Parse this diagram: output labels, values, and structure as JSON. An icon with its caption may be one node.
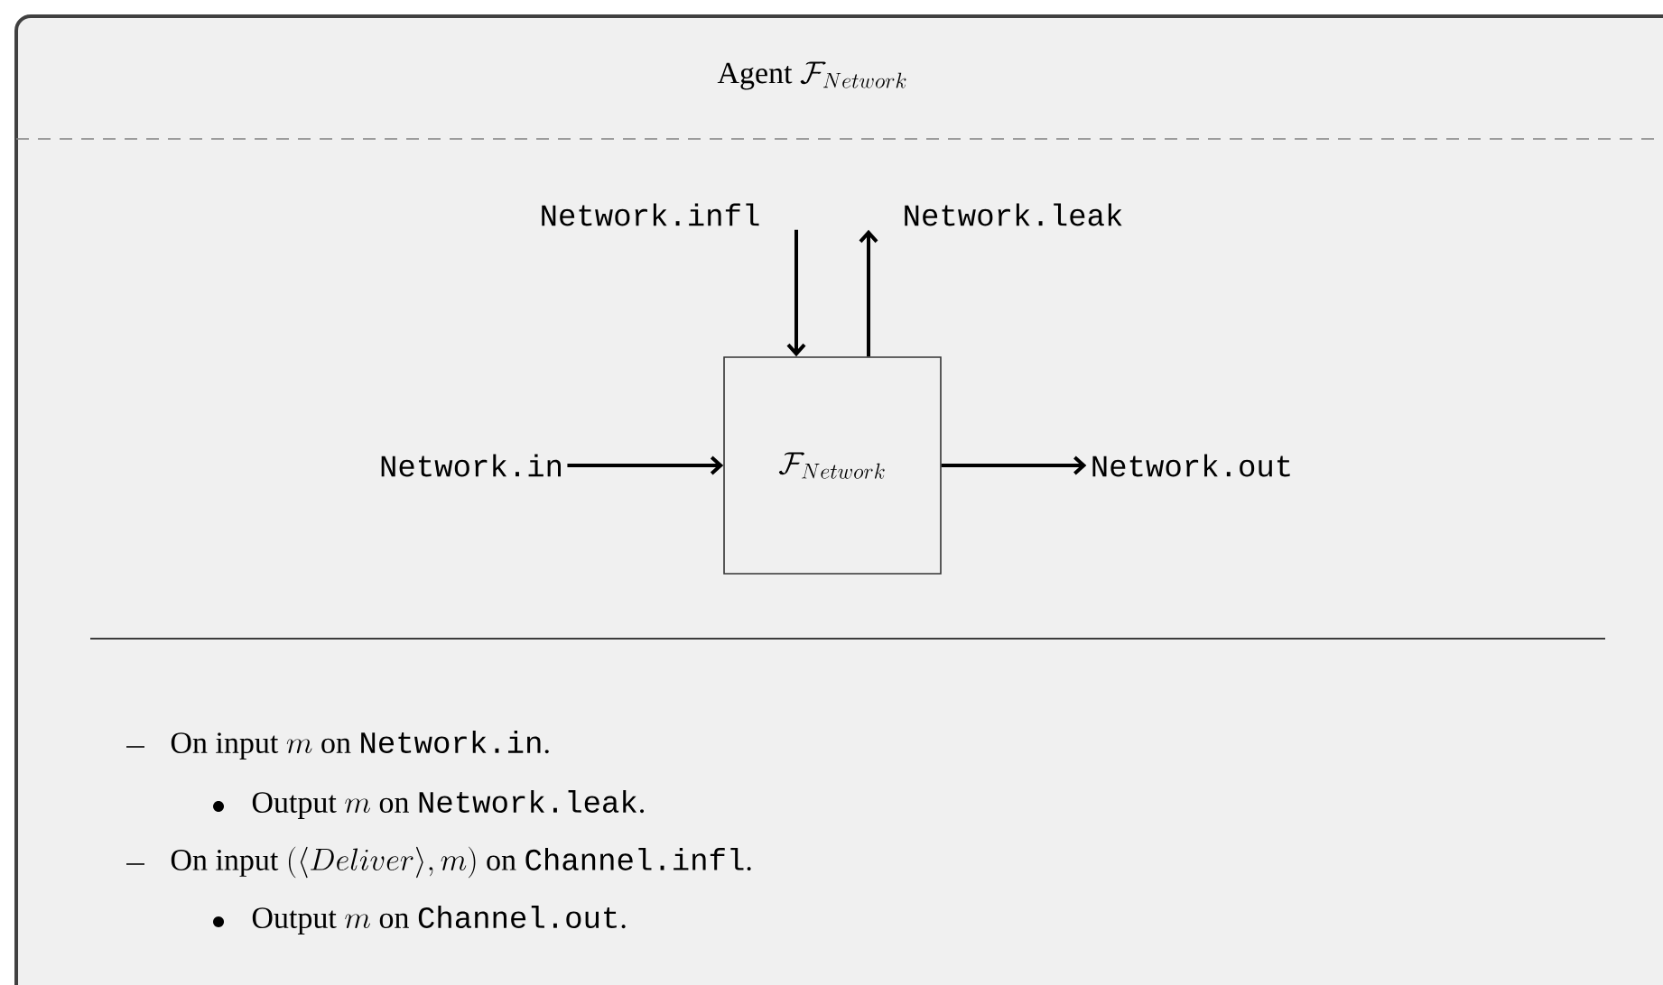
{
  "diagram": {
    "title": "\\mbox{Agent }\\mathcal{F}_{Network}",
    "nodes": [
      {
        "text": [
          "Network.infl"
        ]
      },
      {
        "text": [
          "Network.leak"
        ]
      },
      {
        "text": [
          "Network.in"
        ]
      },
      {
        "text": [
          "\\mathcal{F}_{Network}"
        ]
      },
      {
        "text": [
          "Network.out"
        ]
      }
    ],
    "edges": [
      {
        "from": 0,
        "to": 3,
        "arrow": "to"
      },
      {
        "from": 3,
        "to": 1,
        "arrow": "to"
      },
      {
        "from": 2,
        "to": 3,
        "arrow": "to"
      },
      {
        "from": 3,
        "to": 4,
        "arrow": "to"
      }
    ],
    "labels": [
      "\\mbox{On input }m\\mbox{ on \\texttt{Network.in}.}",
      "\\mbox{Output }m\\mbox{ on \\texttt{Network.leak}.}",
      "\\mbox{On input }(\\langle Deliver\\rangle, m)\\mbox{ on \\texttt{Channel.infl}.}",
      "\\mbox{Output }m\\mbox{ on \\texttt{Channel.out}.}"
    ]
  }
}
